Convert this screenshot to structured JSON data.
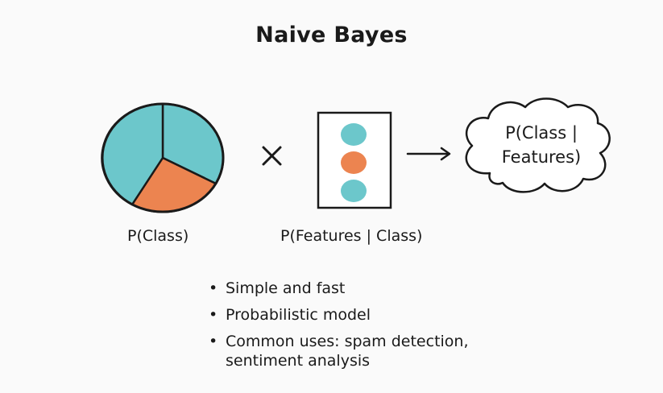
{
  "title": "Naive Bayes",
  "labels": {
    "prior": "P(Class)",
    "likelihood": "P(Features | Class)"
  },
  "operator": "×",
  "posterior": {
    "line1": "P(Class |",
    "line2": "Features)"
  },
  "bullets": [
    {
      "text": "Simple and fast"
    },
    {
      "text": "Probabilistic model"
    },
    {
      "line1": "Common uses: spam detection,",
      "line2": "sentiment analysis"
    }
  ],
  "bullet_glyph": "•",
  "colors": {
    "teal": "#6cc7cb",
    "orange": "#ec8450",
    "outline": "#1a1a1a",
    "background": "#fafafa"
  },
  "icons": [
    "pie-chart-icon",
    "feature-card-icon",
    "multiply-icon",
    "arrow-right-icon",
    "cloud-icon"
  ]
}
